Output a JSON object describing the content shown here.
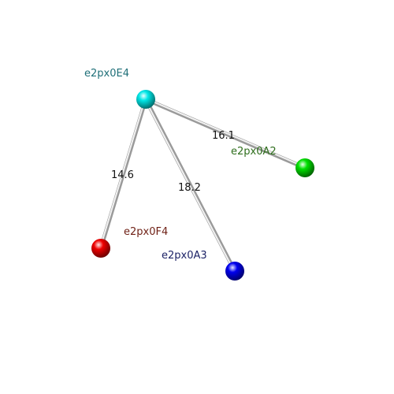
{
  "nodes": [
    {
      "id": "cyan",
      "label": "e2px0E4",
      "color": "#00dede",
      "label_color": "#1f6f78"
    },
    {
      "id": "green",
      "label": "e2px0A2",
      "color": "#00dd00",
      "label_color": "#2e6e1c"
    },
    {
      "id": "red",
      "label": "e2px0F4",
      "color": "#ee0000",
      "label_color": "#6e1f14"
    },
    {
      "id": "blue",
      "label": "e2px0A3",
      "color": "#0000ee",
      "label_color": "#1c2266"
    }
  ],
  "edges": [
    {
      "from": "cyan",
      "to": "green",
      "label": "16.1"
    },
    {
      "from": "cyan",
      "to": "red",
      "label": "14.6"
    },
    {
      "from": "cyan",
      "to": "blue",
      "label": "18.2"
    }
  ]
}
